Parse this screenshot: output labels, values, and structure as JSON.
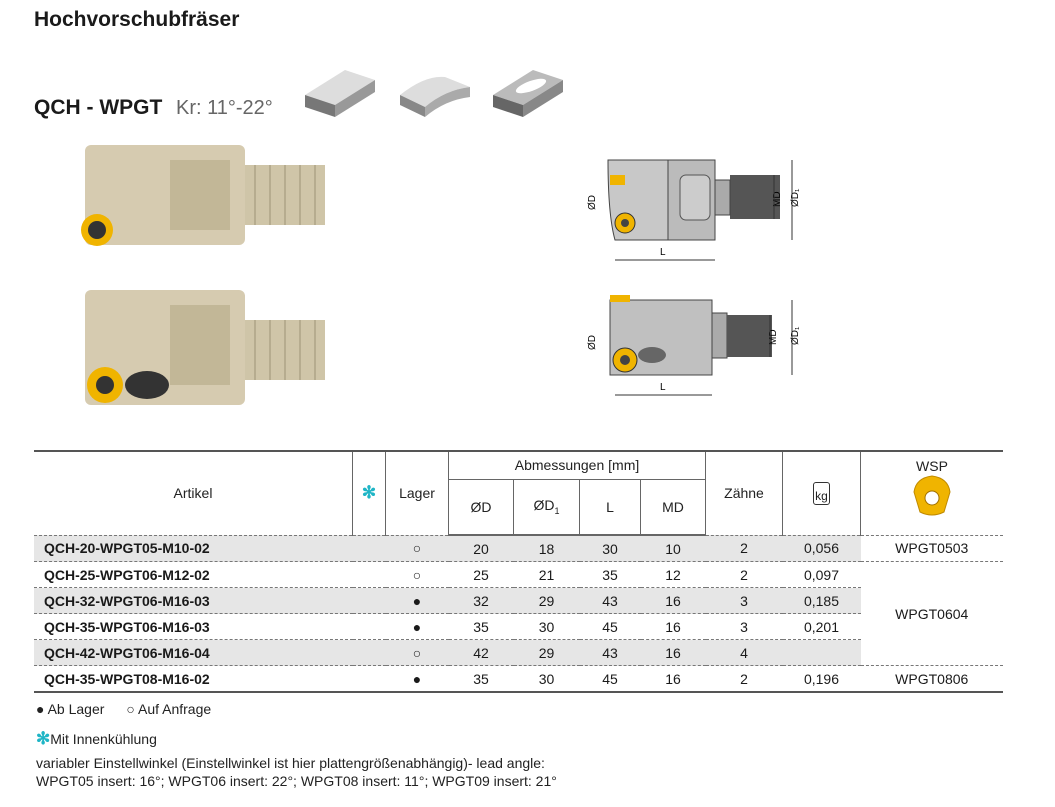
{
  "title": "Hochvorschubfräser",
  "series": "QCH - WPGT",
  "kr": "Kr: 11°-22°",
  "drawing_labels": {
    "d": "ØD",
    "d1": "ØD₁",
    "md": "MD",
    "l": "L"
  },
  "table": {
    "headers": {
      "artikel": "Artikel",
      "star": "✻",
      "lager": "Lager",
      "abmessungen": "Abmessungen [mm]",
      "d": "ØD",
      "d1": "ØD",
      "d1_sub": "1",
      "l": "L",
      "md": "MD",
      "zaehne": "Zähne",
      "kg": "kg",
      "wsp": "WSP"
    },
    "rows": [
      {
        "artikel": "QCH-20-WPGT05-M10-02",
        "lager": "○",
        "d": "20",
        "d1": "18",
        "l": "30",
        "md": "10",
        "z": "2",
        "kg": "0,056",
        "wsp": "WPGT0503"
      },
      {
        "artikel": "QCH-25-WPGT06-M12-02",
        "lager": "○",
        "d": "25",
        "d1": "21",
        "l": "35",
        "md": "12",
        "z": "2",
        "kg": "0,097",
        "wsp": "WPGT0604"
      },
      {
        "artikel": "QCH-32-WPGT06-M16-03",
        "lager": "●",
        "d": "32",
        "d1": "29",
        "l": "43",
        "md": "16",
        "z": "3",
        "kg": "0,185"
      },
      {
        "artikel": "QCH-35-WPGT06-M16-03",
        "lager": "●",
        "d": "35",
        "d1": "30",
        "l": "45",
        "md": "16",
        "z": "3",
        "kg": "0,201"
      },
      {
        "artikel": "QCH-42-WPGT06-M16-04",
        "lager": "○",
        "d": "42",
        "d1": "29",
        "l": "43",
        "md": "16",
        "z": "4",
        "kg": ""
      },
      {
        "artikel": "QCH-35-WPGT08-M16-02",
        "lager": "●",
        "d": "35",
        "d1": "30",
        "l": "45",
        "md": "16",
        "z": "2",
        "kg": "0,196",
        "wsp": "WPGT0806"
      }
    ]
  },
  "legend": {
    "ab_lager": "● Ab Lager",
    "auf_anfrage": "○ Auf Anfrage",
    "star": "✻",
    "innen": "Mit Innenkühlung",
    "note1": "variabler Einstellwinkel (Einstellwinkel ist hier plattengrößenabhängig)- lead angle:",
    "note2": "WPGT05 insert: 16°; WPGT06 insert: 22°;  WPGT08 insert: 11°; WPGT09 insert: 21°"
  },
  "colors": {
    "accent": "#1fb5c6",
    "insert": "#f0b400",
    "shade": "#e6e6e6"
  }
}
